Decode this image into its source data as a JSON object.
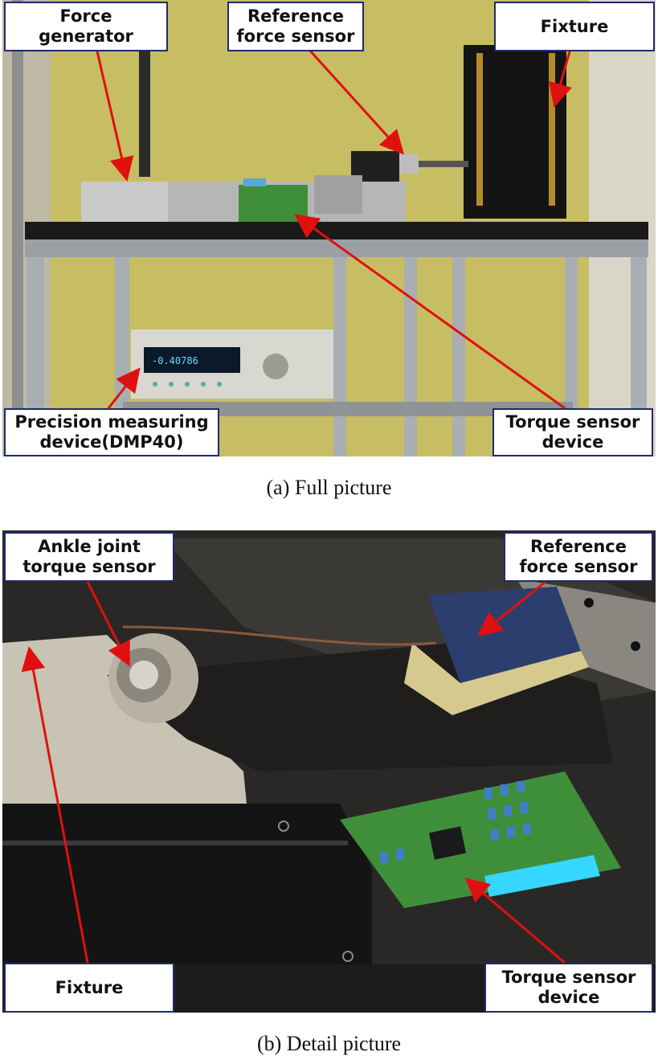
{
  "panel_a": {
    "labels": {
      "force_generator": [
        "Force",
        "generator"
      ],
      "reference_force_sensor": [
        "Reference",
        "force sensor"
      ],
      "fixture": "Fixture",
      "precision_measuring": [
        "Precision measuring",
        "device(DMP40)"
      ],
      "torque_sensor_device": [
        "Torque sensor",
        "device"
      ]
    },
    "meter_reading": "-0.40786",
    "caption": "(a) Full picture"
  },
  "panel_b": {
    "labels": {
      "ankle_joint_torque_sensor": [
        "Ankle joint",
        "torque sensor"
      ],
      "reference_force_sensor": [
        "Reference",
        "force sensor"
      ],
      "fixture": "Fixture",
      "torque_sensor_device": [
        "Torque sensor",
        "device"
      ]
    },
    "caption": "(b) Detail picture"
  },
  "colors": {
    "arrow": "#e01010",
    "label_border": "#1f2a6b",
    "wall": "#c9c06a",
    "pcb": "#3f8f3a"
  }
}
